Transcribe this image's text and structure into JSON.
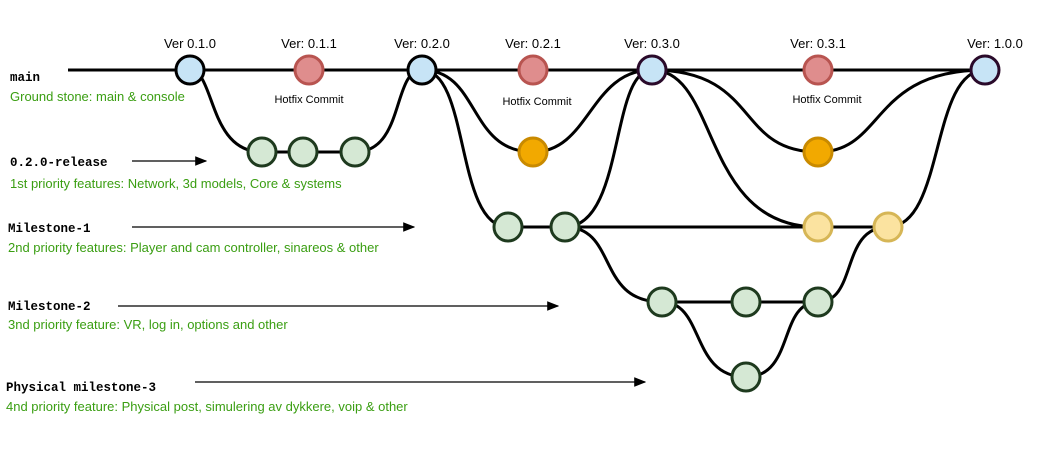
{
  "versions": [
    {
      "label": "Ver 0.1.0"
    },
    {
      "label": "Ver: 0.1.1"
    },
    {
      "label": "Ver: 0.2.0"
    },
    {
      "label": "Ver: 0.2.1"
    },
    {
      "label": "Ver: 0.3.0"
    },
    {
      "label": "Ver: 0.3.1"
    },
    {
      "label": "Ver: 1.0.0"
    }
  ],
  "hotfix_label": "Hotfix Commit",
  "branches": [
    {
      "name": "main",
      "description": "Ground stone: main & console"
    },
    {
      "name": "0.2.0-release",
      "description": "1st priority features: Network, 3d models, Core & systems"
    },
    {
      "name": "Milestone-1",
      "description": "2nd priority features: Player and cam controller, sinareos & other"
    },
    {
      "name": "Milestone-2",
      "description": "3nd priority feature: VR, log in, options and other"
    },
    {
      "name": "Physical milestone-3",
      "description": "4nd priority feature: Physical post, simulering av dykkere, voip & other"
    }
  ],
  "colors": {
    "release": "#c7e4f6",
    "hotfix": "#df8d8d",
    "hotfix_stroke": "#b85450",
    "feature": "#d5e8d4",
    "feature_stroke": "#1e3a1e",
    "fix_orange": "#f2a900",
    "fix_orange_stroke": "#c98a00",
    "fix_yellow": "#fbe3a0",
    "fix_yellow_stroke": "#d6b656",
    "description_text": "#3a9e12"
  }
}
